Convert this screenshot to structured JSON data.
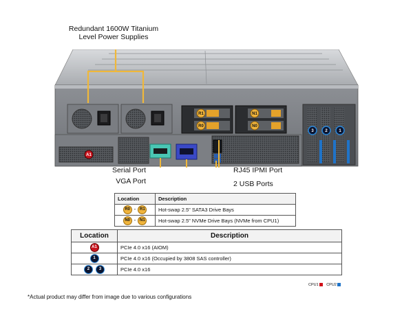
{
  "callouts": {
    "power_line1": "Redundant 1600W Titanium",
    "power_line2": "Level Power Supplies",
    "serial": "Serial Port",
    "vga": "VGA Port",
    "ipmi": "RJ45 IPMI Port",
    "usb": "2 USB Ports"
  },
  "server_badges": {
    "r1": "R1",
    "r0": "R0",
    "n1": "N1",
    "n0": "N0",
    "a1": "A1",
    "s1": "1",
    "s2": "2",
    "s3": "3"
  },
  "drive_table": {
    "headers": [
      "Location",
      "Description"
    ],
    "rows": [
      {
        "from": "R0",
        "to": "R1",
        "sep": "-",
        "desc": "Hot-swap 2.5\" SATA3 Drive  Bays"
      },
      {
        "from": "N0",
        "to": "N1",
        "sep": "-",
        "desc": "Hot-swap 2.5\" NVMe Drive  Bays (NVMe from CPU1)"
      }
    ]
  },
  "pcie_table": {
    "headers": [
      "Location",
      "Description"
    ],
    "rows": [
      {
        "badges": [
          "A1"
        ],
        "desc": "PCIe 4.0 x16 (AIOM)"
      },
      {
        "badges": [
          "1"
        ],
        "desc": "PCIe 4.0 x16  (Occupied by 3808 SAS controller)"
      },
      {
        "badges": [
          "2",
          "3"
        ],
        "desc": "PCIe 4.0 x16"
      }
    ]
  },
  "legend": {
    "cpu1": {
      "label": "CPU1",
      "color": "#d0101a"
    },
    "cpu2": {
      "label": "CPU2",
      "color": "#1f73c8"
    }
  },
  "footnote": "*Actual product may differ from image due to various configurations",
  "colors": {
    "callout_line": "#f0b83a",
    "accent_blue": "#1f73c8",
    "accent_red": "#c8141e"
  }
}
